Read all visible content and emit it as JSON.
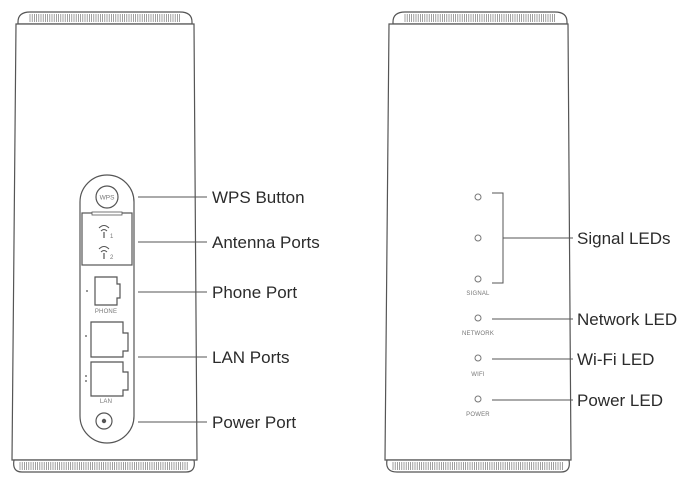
{
  "back_view": {
    "callouts": {
      "wps": "WPS Button",
      "antenna": "Antenna Ports",
      "phone": "Phone Port",
      "lan": "LAN Ports",
      "power": "Power Port"
    },
    "port_labels": {
      "wps": "WPS",
      "antenna1": "1",
      "antenna2": "2",
      "phone": "PHONE",
      "lan": "LAN"
    }
  },
  "front_view": {
    "callouts": {
      "signal": "Signal LEDs",
      "network": "Network LED",
      "wifi": "Wi-Fi LED",
      "power": "Power LED"
    },
    "led_labels": {
      "signal": "SIGNAL",
      "network": "NETWORK",
      "wifi": "WIFI",
      "power": "POWER"
    }
  }
}
